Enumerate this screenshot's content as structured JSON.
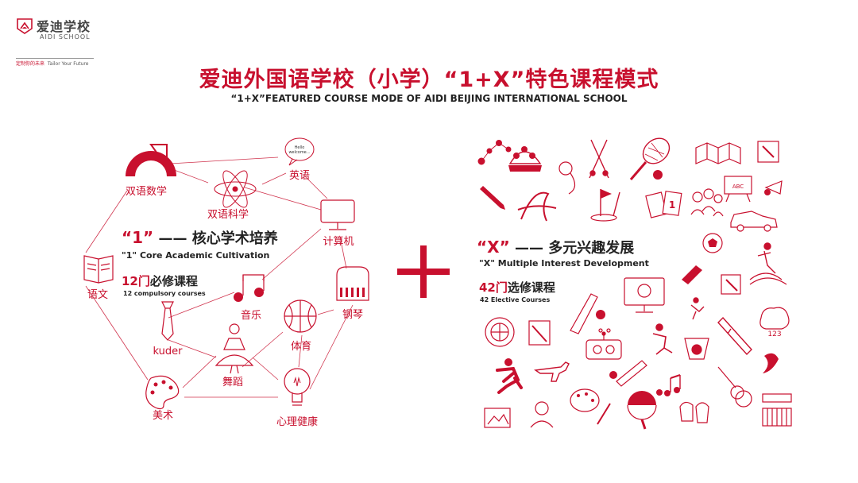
{
  "logo": {
    "brand_cn": "爱迪学校",
    "brand_en": "AIDI SCHOOL",
    "tagline_cn": "定制你的未来",
    "tagline_en": "Tailor Your Future"
  },
  "title": "爱迪外国语学校（小学）“1+X”特色课程模式",
  "subtitle": "“1+X”FEATURED COURSE MODE OF AIDI BEIJING INTERNATIONAL SCHOOL",
  "core": {
    "quote": "“1”",
    "dash": "——",
    "heading": "核心学术培养",
    "heading_en": "\"1\"  Core Academic Cultivation",
    "count_num": "12门",
    "count_label": "必修课程",
    "count_en": "12 compulsory courses",
    "bubble_line1": "Hello",
    "bubble_line2": "welcome..."
  },
  "subjects": {
    "math": "双语数学",
    "english": "英语",
    "science": "双语科学",
    "computer": "计算机",
    "chinese": "语文",
    "music": "音乐",
    "piano": "钢琴",
    "kuder": "kuder",
    "pe": "体育",
    "dance": "舞蹈",
    "art": "美术",
    "mental": "心理健康"
  },
  "plus_sign": "+",
  "elective": {
    "quote": "“X”",
    "dash": "——",
    "heading": "多元兴趣发展",
    "heading_en": "\"X\" Multiple Interest Development",
    "count_num": "42门",
    "count_label": "选修课程",
    "count_en": "42 Elective Courses",
    "abc_board": "ABC",
    "card_number": "1",
    "numbers_label": "123"
  },
  "colors": {
    "accent": "#c8102e",
    "text": "#222222"
  }
}
